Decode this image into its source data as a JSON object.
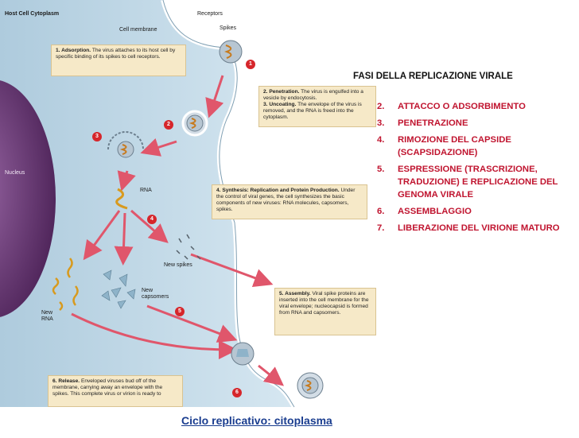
{
  "diagram": {
    "labels": {
      "host_cell_cytoplasm": "Host Cell Cytoplasm",
      "cell_membrane": "Cell membrane",
      "receptors": "Receptors",
      "spikes": "Spikes",
      "nucleus": "Nucleus",
      "rna": "RNA",
      "new_spikes": "New spikes",
      "new_capsomers": "New capsomers",
      "new_rna": "New RNA"
    },
    "badges": [
      "1",
      "2",
      "3",
      "4",
      "5",
      "6"
    ],
    "steps": [
      {
        "title": "1. Adsorption.",
        "text": "The virus attaches to its host cell by specific binding of its spikes to cell receptors."
      },
      {
        "title": "2. Penetration.",
        "text": "The virus is engulfed into a vesicle by endocytosis."
      },
      {
        "title": "3. Uncoating.",
        "text": "The envelope of the virus is removed, and the RNA is freed into the cytoplasm."
      },
      {
        "title": "4. Synthesis: Replication and Protein Production.",
        "text": "Under the control of viral genes, the cell synthesizes the basic components of new viruses: RNA molecules, capsomers, spikes."
      },
      {
        "title": "5. Assembly.",
        "text": "Viral spike proteins are inserted into the cell membrane for the viral envelope; nucleocapsid is formed from RNA and capsomers."
      },
      {
        "title": "6. Release.",
        "text": "Enveloped viruses bud off of the membrane, carrying away an envelope with the spikes. This complete virus or virion is ready to"
      }
    ]
  },
  "phases": {
    "title": "FASI DELLA REPLICAZIONE VIRALE",
    "items": [
      {
        "num": "2.",
        "text": "ATTACCO O ADSORBIMENTO"
      },
      {
        "num": "3.",
        "text": "PENETRAZIONE"
      },
      {
        "num": "4.",
        "text": "RIMOZIONE DEL CAPSIDE (SCAPSIDAZIONE)"
      },
      {
        "num": "5.",
        "text": "ESPRESSIONE (TRASCRIZIONE, TRADUZIONE) E REPLICAZIONE DEL GENOMA VIRALE"
      },
      {
        "num": "6.",
        "text": "ASSEMBLAGGIO"
      },
      {
        "num": "7.",
        "text": "LIBERAZIONE DEL VIRIONE MATURO"
      }
    ]
  },
  "caption": "Ciclo replicativo: citoplasma",
  "colors": {
    "cytoplasm": "#c5dbe8",
    "nucleus": "#6b3a78",
    "step_box": "#f6e9c8",
    "badge": "#d6262b",
    "arrow": "#e0566b",
    "phase_text": "#c0142f",
    "caption": "#1a3d8f"
  }
}
